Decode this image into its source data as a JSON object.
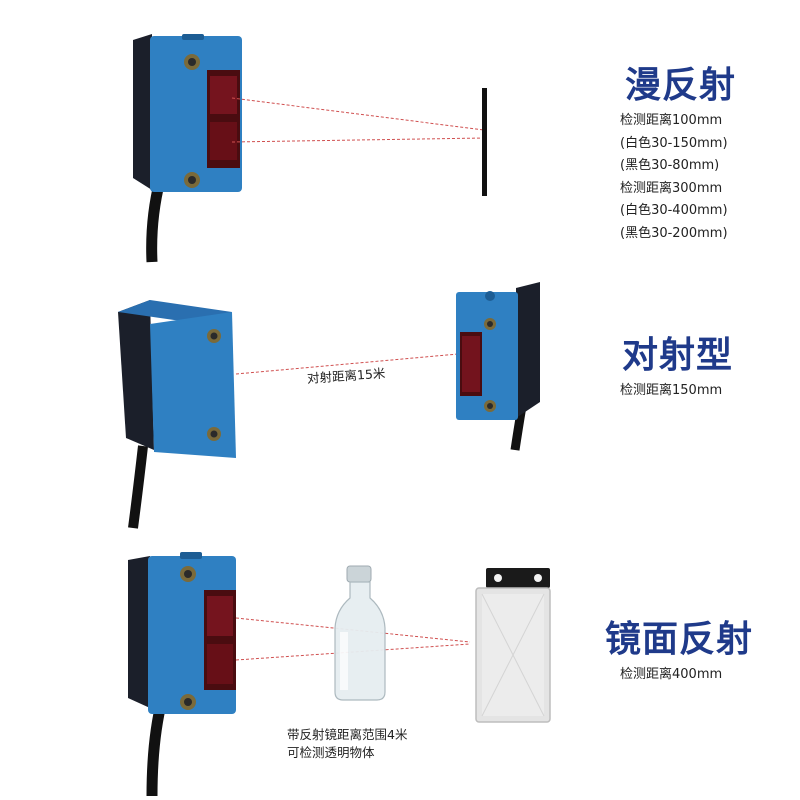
{
  "sections": {
    "diffuse": {
      "title": "漫反射",
      "specs": [
        "检测距离100mm",
        "(白色30-150mm)",
        "(黑色30-80mm)",
        "检测距离300mm",
        "(白色30-400mm)",
        "(黑色30-200mm)"
      ]
    },
    "through_beam": {
      "title": "对射型",
      "beam_label": "对射距离15米",
      "specs": [
        "检测距离150mm"
      ]
    },
    "retro_reflective": {
      "title": "镜面反射",
      "caption": [
        "带反射镜距离范围4米",
        "可检测透明物体"
      ],
      "specs": [
        "检测距离400mm"
      ]
    }
  },
  "colors": {
    "title": "#1f3a8a",
    "sensor_body": "#2f80c2",
    "sensor_dark": "#1b1f2a",
    "lens": "#5a0f14",
    "beam": "#d05050"
  }
}
